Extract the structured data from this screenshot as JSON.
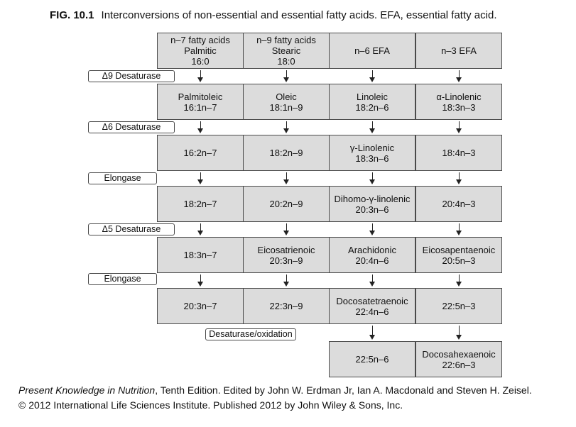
{
  "caption": {
    "fig": "FIG. 10.1",
    "text": "Interconversions of non-essential and essential fatty acids. EFA, essential fatty acid."
  },
  "columns": [
    {
      "header": [
        "n–7 fatty acids",
        "Palmitic",
        "16:0"
      ],
      "steps": [
        [
          "Palmitoleic",
          "16:1n–7"
        ],
        [
          "16:2n–7"
        ],
        [
          "18:2n–7"
        ],
        [
          "18:3n–7"
        ],
        [
          "20:3n–7"
        ]
      ]
    },
    {
      "header": [
        "n–9 fatty acids",
        "Stearic",
        "18:0"
      ],
      "steps": [
        [
          "Oleic",
          "18:1n–9"
        ],
        [
          "18:2n–9"
        ],
        [
          "20:2n–9"
        ],
        [
          "Eicosatrienoic",
          "20:3n–9"
        ],
        [
          "22:3n–9"
        ]
      ]
    },
    {
      "header": [
        "n–6 EFA"
      ],
      "steps": [
        [
          "Linoleic",
          "18:2n–6"
        ],
        [
          "γ-Linolenic",
          "18:3n–6"
        ],
        [
          "Dihomo-γ-linolenic",
          "20:3n–6"
        ],
        [
          "Arachidonic",
          "20:4n–6"
        ],
        [
          "Docosatetraenoic",
          "22:4n–6"
        ],
        [
          "22:5n–6"
        ]
      ]
    },
    {
      "header": [
        "n–3 EFA"
      ],
      "steps": [
        [
          "α-Linolenic",
          "18:3n–3"
        ],
        [
          "18:4n–3"
        ],
        [
          "20:4n–3"
        ],
        [
          "Eicosapentaenoic",
          "20:5n–3"
        ],
        [
          "22:5n–3"
        ],
        [
          "Docosahexaenoic",
          "22:6n–3"
        ]
      ]
    }
  ],
  "enzymes": [
    "Δ9 Desaturase",
    "Δ6 Desaturase",
    "Elongase",
    "Δ5 Desaturase",
    "Elongase"
  ],
  "final_step": "Desaturase/oxidation",
  "credit": {
    "book": "Present Knowledge in Nutrition",
    "line1": ", Tenth Edition. Edited by John W. Erdman Jr, Ian A. Macdonald and Steven H. Zeisel.",
    "line2": "© 2012 International Life Sciences Institute. Published 2012 by John Wiley & Sons, Inc."
  },
  "colors": {
    "box_fill": "#dcdcdc",
    "box_border": "#4a4a4a",
    "arrow": "#222222"
  }
}
